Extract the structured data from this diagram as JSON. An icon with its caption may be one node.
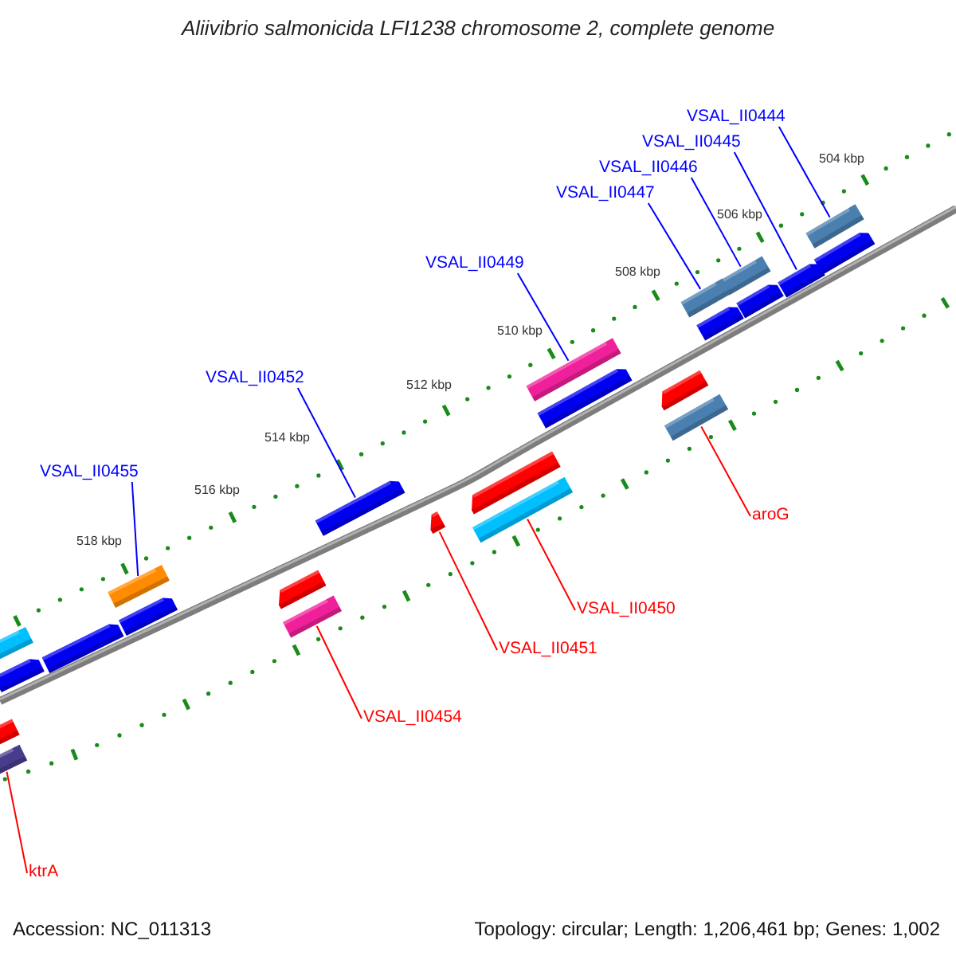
{
  "diagram": {
    "title": "Aliivibrio salmonicida LFI1238 chromosome 2, complete genome",
    "nodes": [
      {
        "text": [
          "VSAL_II0444"
        ]
      },
      {
        "text": [
          "VSAL_II0445"
        ]
      },
      {
        "text": [
          "VSAL_II0446"
        ]
      },
      {
        "text": [
          "VSAL_II0447"
        ]
      },
      {
        "text": [
          "VSAL_II0449"
        ]
      },
      {
        "text": [
          "VSAL_II0452"
        ]
      },
      {
        "text": [
          "VSAL_II0455"
        ]
      },
      {
        "text": [
          "aroG"
        ]
      },
      {
        "text": [
          "VSAL_II0450"
        ]
      },
      {
        "text": [
          "VSAL_II0451"
        ]
      },
      {
        "text": [
          "VSAL_II0454"
        ]
      },
      {
        "text": [
          "ktrA"
        ]
      },
      {
        "text": [],
        "shape": "bar"
      },
      {
        "text": [],
        "shape": "bar"
      },
      {
        "text": [],
        "shape": "bar"
      },
      {
        "text": [],
        "shape": "bar"
      },
      {
        "text": [],
        "shape": "bar"
      },
      {
        "text": [],
        "shape": "bar"
      },
      {
        "text": [],
        "shape": "bar"
      },
      {
        "text": [],
        "shape": "bar"
      },
      {
        "text": [],
        "shape": "bar"
      },
      {
        "text": [],
        "shape": "bar"
      },
      {
        "text": [],
        "shape": "bar"
      },
      {
        "text": [],
        "shape": "bar"
      },
      {
        "text": [],
        "shape": "bar"
      },
      {
        "text": [],
        "shape": "bar"
      },
      {
        "text": [],
        "shape": "bar"
      },
      {
        "text": [],
        "shape": "bar"
      },
      {
        "text": [],
        "shape": "bar"
      },
      {
        "text": [],
        "shape": "bar"
      },
      {
        "text": [],
        "shape": "bar"
      },
      {
        "text": [],
        "shape": "bar"
      },
      {
        "text": [],
        "shape": "bar"
      },
      {
        "text": [],
        "shape": "bar"
      },
      {
        "text": [],
        "shape": "bar"
      },
      {
        "text": [],
        "shape": "bar"
      }
    ],
    "edges": [
      {
        "from": 0,
        "to": 12,
        "arrow": "none"
      },
      {
        "from": 1,
        "to": 16,
        "arrow": "none"
      },
      {
        "from": 2,
        "to": 14,
        "arrow": "none"
      },
      {
        "from": 3,
        "to": 15,
        "arrow": "none"
      },
      {
        "from": 4,
        "to": 19,
        "arrow": "none"
      },
      {
        "from": 5,
        "to": 26,
        "arrow": "none"
      },
      {
        "from": 6,
        "to": 29,
        "arrow": "none"
      },
      {
        "from": 7,
        "to": 22,
        "arrow": "none",
        "color": "#ff0000"
      },
      {
        "from": 8,
        "to": 24,
        "arrow": "none",
        "color": "#ff0000"
      },
      {
        "from": 9,
        "to": 25,
        "arrow": "none",
        "color": "#ff0000"
      },
      {
        "from": 10,
        "to": 28,
        "arrow": "none",
        "color": "#ff0000"
      },
      {
        "from": 11,
        "to": 35,
        "arrow": "none",
        "color": "#ff0000"
      }
    ],
    "labels": [
      "504 kbp",
      "506 kbp",
      "508 kbp",
      "510 kbp",
      "512 kbp",
      "514 kbp",
      "516 kbp",
      "518 kbp",
      "Accession: NC_011313",
      "Topology: circular; Length: 1,206,461 bp; Genes: 1,002"
    ]
  }
}
